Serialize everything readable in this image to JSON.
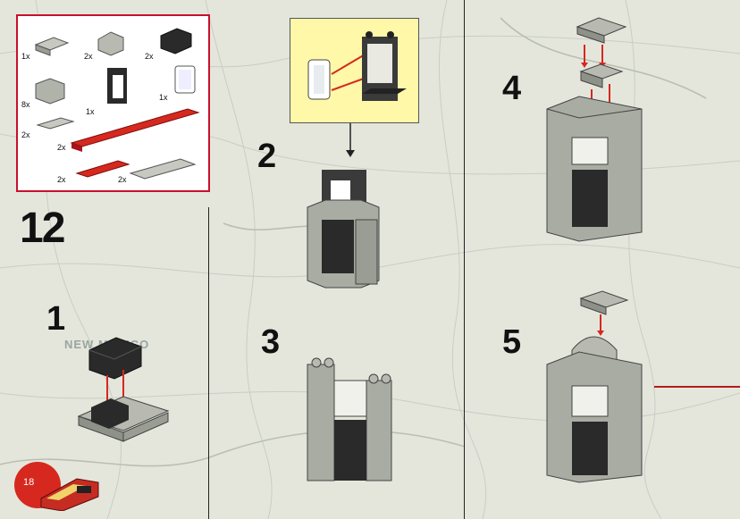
{
  "page": {
    "number": "18",
    "main_step": "12"
  },
  "map": {
    "region_label": "NEW MEXICO"
  },
  "parts_list": [
    {
      "qty": "1x",
      "part": "grey-plate-1x2"
    },
    {
      "qty": "2x",
      "part": "grey-slope-brick"
    },
    {
      "qty": "2x",
      "part": "black-brick-1x2"
    },
    {
      "qty": "8x",
      "part": "grey-brick-1x2"
    },
    {
      "qty": "1x",
      "part": "black-window-frame"
    },
    {
      "qty": "1x",
      "part": "clear-window-pane"
    },
    {
      "qty": "2x",
      "part": "grey-plate-1x3"
    },
    {
      "qty": "2x",
      "part": "red-plate-1x10"
    },
    {
      "qty": "2x",
      "part": "red-plate-1x4"
    },
    {
      "qty": "2x",
      "part": "grey-plate-2x4"
    }
  ],
  "steps": [
    {
      "label": "1"
    },
    {
      "label": "2"
    },
    {
      "label": "3"
    },
    {
      "label": "4"
    },
    {
      "label": "5"
    }
  ],
  "colors": {
    "accent_red": "#d6281e",
    "callout_yellow": "#fff8a8",
    "brick_grey": "#a9aca2",
    "brick_black": "#2a2a2a"
  }
}
